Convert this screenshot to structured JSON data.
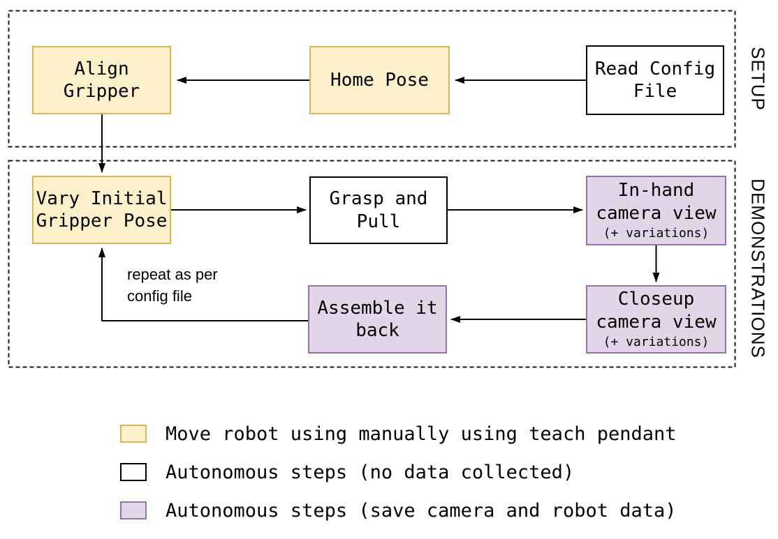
{
  "diagram": {
    "sections": [
      {
        "label": "SETUP"
      },
      {
        "label": "DEMONSTRATIONS"
      }
    ],
    "nodes": {
      "align_gripper": {
        "label": "Align\nGripper",
        "type": "manual"
      },
      "home_pose": {
        "label": "Home Pose",
        "type": "manual"
      },
      "read_config_file": {
        "label": "Read Config\nFile",
        "type": "autonomous-no-data"
      },
      "vary_initial_gripper_pose": {
        "label": "Vary Initial\nGripper Pose",
        "type": "manual"
      },
      "grasp_and_pull": {
        "label": "Grasp and\nPull",
        "type": "autonomous-no-data"
      },
      "in_hand_camera_view": {
        "label": "In-hand\ncamera view",
        "sublabel": "(+ variations)",
        "type": "autonomous-save-data"
      },
      "closeup_camera_view": {
        "label": "Closeup\ncamera view",
        "sublabel": "(+ variations)",
        "type": "autonomous-save-data"
      },
      "assemble_it_back": {
        "label": "Assemble it\nback",
        "type": "autonomous-save-data"
      }
    },
    "annotations": {
      "repeat_note": "repeat as per\nconfig file"
    }
  },
  "legend": {
    "items": [
      {
        "name": "manual",
        "fill": "#FBF0C9",
        "border": "#D6B656",
        "label": "Move robot using manually using teach pendant"
      },
      {
        "name": "autonomous-no-data",
        "fill": "#FFFFFF",
        "border": "#000000",
        "label": "Autonomous steps (no data collected)"
      },
      {
        "name": "autonomous-save-data",
        "fill": "#E1D5E7",
        "border": "#9673A6",
        "label": "Autonomous steps (save camera and robot data)"
      }
    ]
  },
  "colors": {
    "manual_fill": "#FBF0C9",
    "manual_border": "#D6B656",
    "autonomous_save_fill": "#E1D5E7",
    "autonomous_save_border": "#9673A6",
    "line": "#000000"
  }
}
